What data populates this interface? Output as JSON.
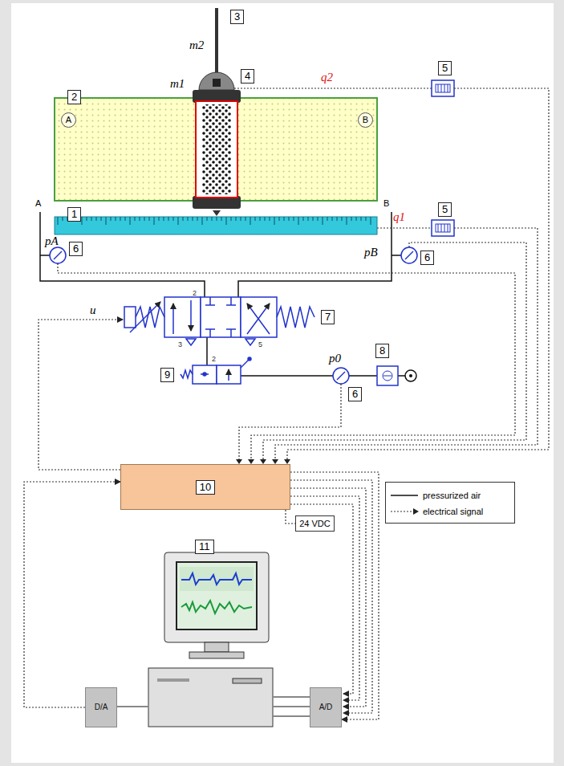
{
  "diagram": {
    "nodes": [
      {
        "text": [
          "10"
        ]
      },
      {
        "text": [
          "24 VDC"
        ]
      },
      {
        "text": [
          "D/A"
        ]
      },
      {
        "text": [
          "A/D"
        ]
      }
    ],
    "edges": [
      {
        "from": 2,
        "to": 0,
        "arrow": "to"
      },
      {
        "from": 0,
        "to": 3,
        "arrow": "to"
      },
      {
        "from": 0,
        "to": 1,
        "arrow": "none"
      }
    ],
    "labels": [
      "3",
      "m2",
      "4",
      "q2",
      "5",
      "2",
      "A",
      "B",
      "m1",
      "A",
      "B",
      "1",
      "5",
      "q1",
      "pA",
      "6",
      "pB",
      "6",
      "u",
      "2",
      "3",
      "5",
      "7",
      "2",
      "9",
      "p0",
      "6",
      "8",
      "11"
    ],
    "legend": [
      {
        "text": "pressurized air"
      },
      {
        "text": "electrical signal"
      }
    ]
  }
}
